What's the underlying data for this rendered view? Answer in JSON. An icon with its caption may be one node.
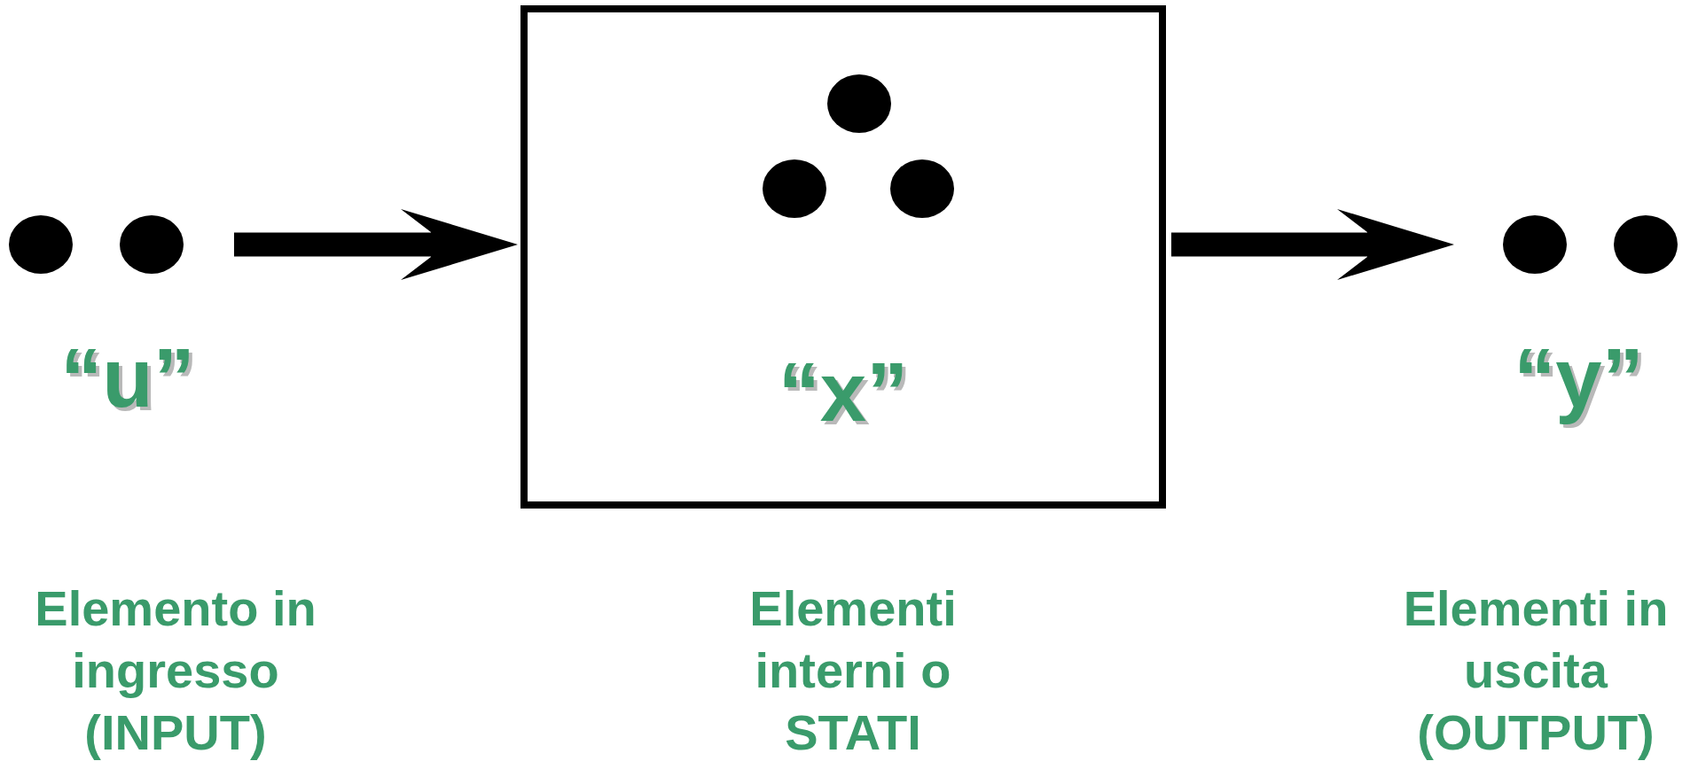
{
  "diagram": {
    "nodes": [
      {
        "text": [
          "“u”"
        ],
        "beside": [
          "Elemento in ingresso (INPUT)"
        ]
      },
      {
        "text": [
          "“x”"
        ],
        "beside": [
          "Elementi interni o STATI"
        ]
      },
      {
        "text": [
          "“y”"
        ],
        "beside": [
          "Elementi in uscita (OUTPUT)"
        ]
      }
    ],
    "edges": [
      {
        "from": 0,
        "to": 1,
        "arrow": "to"
      },
      {
        "from": 1,
        "to": 2,
        "arrow": "to"
      }
    ]
  }
}
